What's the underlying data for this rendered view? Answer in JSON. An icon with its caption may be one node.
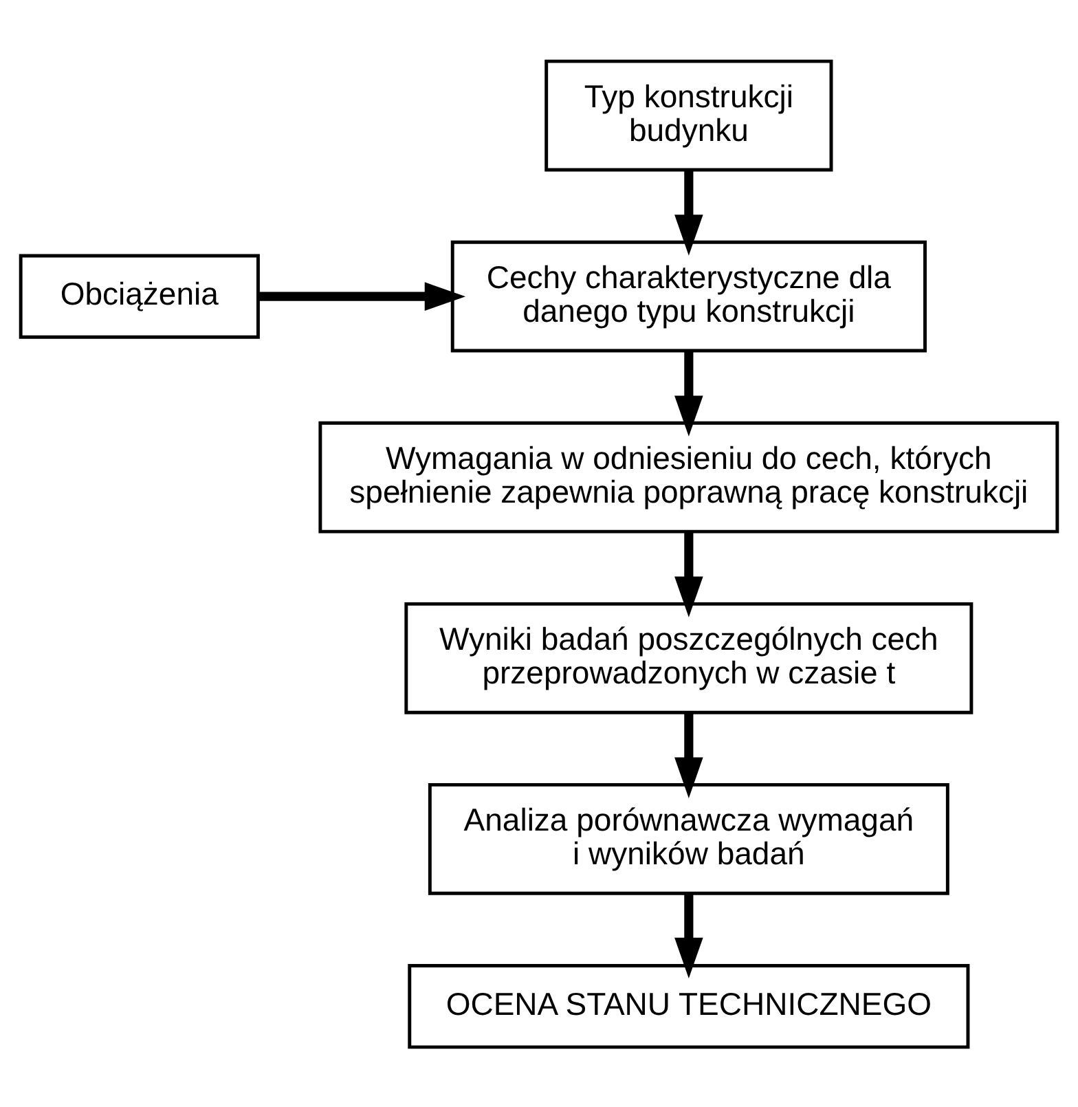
{
  "diagram": {
    "nodes": [
      {
        "text": [
          "Typ konstrukcji budynku"
        ]
      },
      {
        "text": [
          "Cechy charakterystyczne dla danego typu konstrukcji"
        ]
      },
      {
        "text": [
          "Obciążenia"
        ]
      },
      {
        "text": [
          "Wymagania w odniesieniu do cech, których spełnienie zapewnia poprawną pracę konstrukcji"
        ]
      },
      {
        "text": [
          "Wyniki badań poszczególnych cech przeprowadzonych w czasie t"
        ]
      },
      {
        "text": [
          "Analiza porównawcza wymagań i wyników badań"
        ]
      },
      {
        "text": [
          "OCENA STANU TECHNICZNEGO"
        ]
      }
    ],
    "edges": [
      {
        "from": 0,
        "to": 1,
        "arrow": "to"
      },
      {
        "from": 2,
        "to": 1,
        "arrow": "to"
      },
      {
        "from": 1,
        "to": 3,
        "arrow": "to"
      },
      {
        "from": 3,
        "to": 4,
        "arrow": "to"
      },
      {
        "from": 4,
        "to": 5,
        "arrow": "to"
      },
      {
        "from": 5,
        "to": 6,
        "arrow": "to"
      }
    ]
  }
}
